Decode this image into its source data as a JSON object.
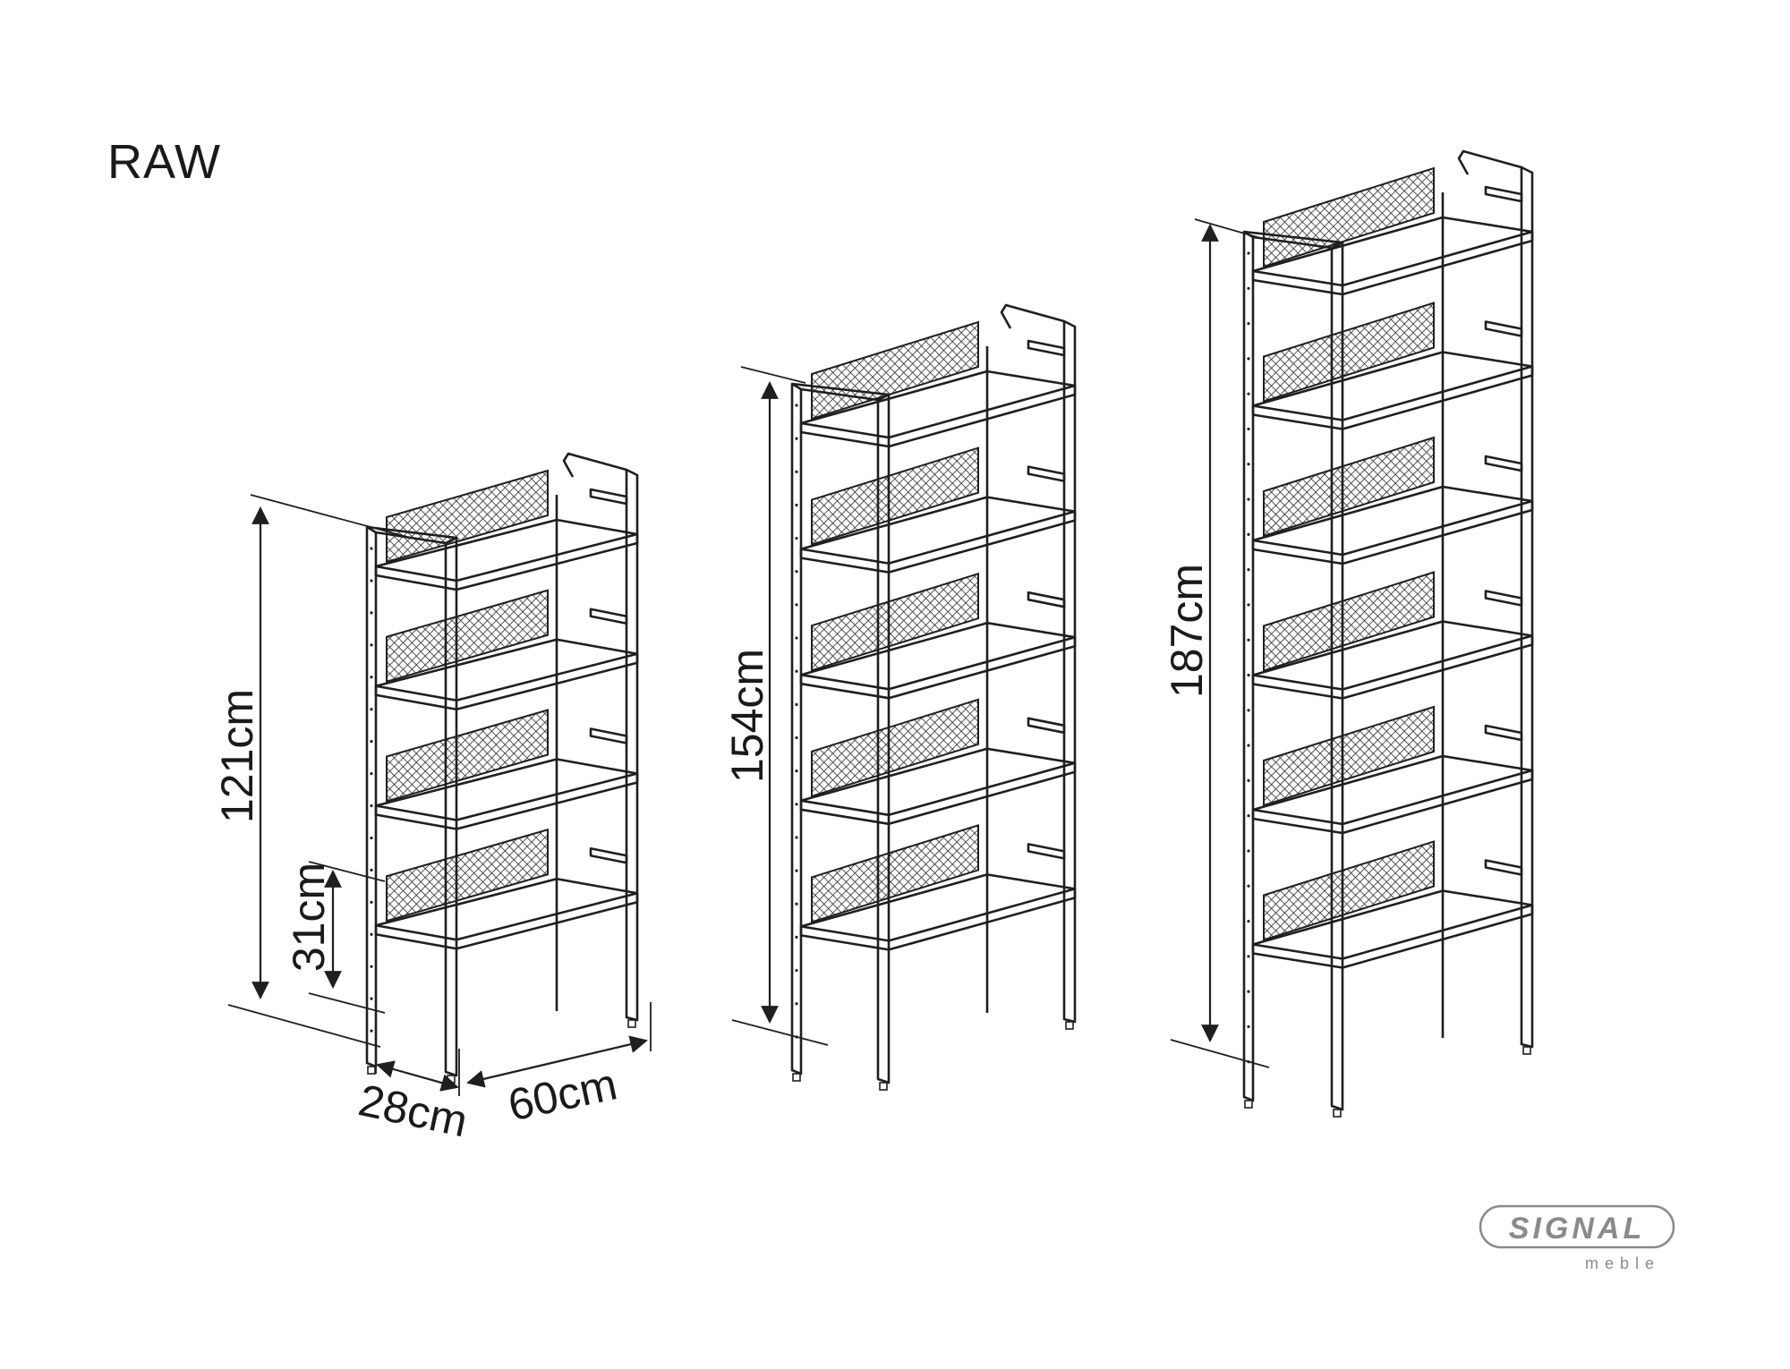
{
  "title": "RAW",
  "dimensions": {
    "width": "60cm",
    "depth": "28cm",
    "shelf_spacing": "31cm",
    "heights": [
      "121cm",
      "154cm",
      "187cm"
    ]
  },
  "shelves": [
    {
      "height_label": "121cm",
      "tiers": 4
    },
    {
      "height_label": "154cm",
      "tiers": 5
    },
    {
      "height_label": "187cm",
      "tiers": 6
    }
  ],
  "logo": {
    "word": "SIGNAL",
    "sub": "meble"
  },
  "colors": {
    "line": "#1f1f1f",
    "logo": "#8a8a8a",
    "background": "#ffffff"
  }
}
